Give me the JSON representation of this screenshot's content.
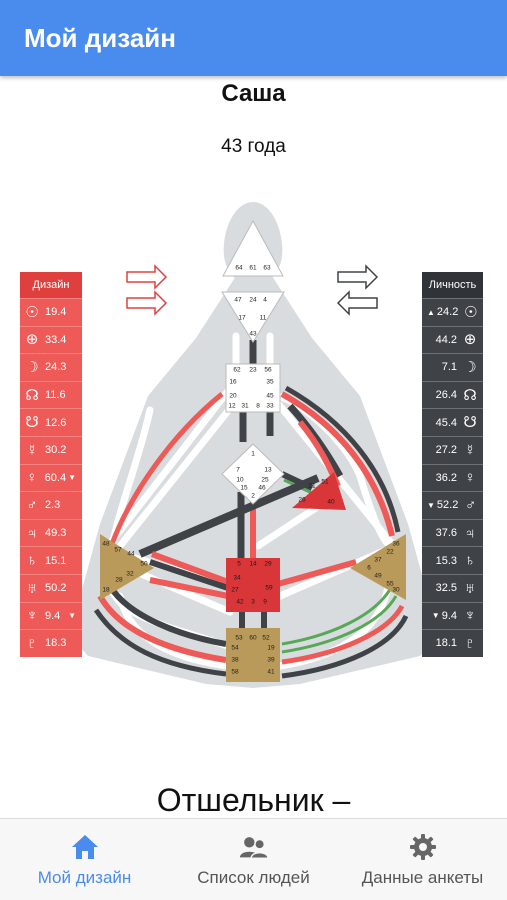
{
  "appbar": {
    "title": "Мой дизайн"
  },
  "profile": {
    "name": "Саша",
    "age": "43 года",
    "type_title": "Отшельник –"
  },
  "colors": {
    "accent": "#4a8bee",
    "design": "#ee5a57",
    "personality": "#3f4347",
    "sacral": "#d9363a",
    "gold": "#b99a5a",
    "white_center": "#ffffff"
  },
  "design": {
    "header": "Дизайн",
    "rows": [
      {
        "planet": "sun",
        "glyph": "☉",
        "value": "19.4",
        "mark": ""
      },
      {
        "planet": "earth",
        "glyph": "⊕",
        "value": "33.4",
        "mark": ""
      },
      {
        "planet": "moon",
        "glyph": "☽",
        "value": "24.3",
        "mark": ""
      },
      {
        "planet": "north-node",
        "glyph": "☊",
        "value": "11.6",
        "mark": ""
      },
      {
        "planet": "south-node",
        "glyph": "☋",
        "value": "12.6",
        "mark": ""
      },
      {
        "planet": "mercury",
        "glyph": "☿",
        "value": "30.2",
        "mark": ""
      },
      {
        "planet": "venus",
        "glyph": "♀",
        "value": "60.4",
        "mark": "▼"
      },
      {
        "planet": "mars",
        "glyph": "♂",
        "value": "2.3",
        "mark": ""
      },
      {
        "planet": "jupiter",
        "glyph": "♃",
        "value": "49.3",
        "mark": ""
      },
      {
        "planet": "saturn",
        "glyph": "♄",
        "value": "15.1",
        "mark": ""
      },
      {
        "planet": "uranus",
        "glyph": "♅",
        "value": "50.2",
        "mark": ""
      },
      {
        "planet": "neptune",
        "glyph": "♆",
        "value": "9.4",
        "mark": "▼"
      },
      {
        "planet": "pluto",
        "glyph": "♇",
        "value": "18.3",
        "mark": ""
      }
    ]
  },
  "personality": {
    "header": "Личность",
    "rows": [
      {
        "planet": "sun",
        "glyph": "☉",
        "value": "24.2",
        "mark": "▲"
      },
      {
        "planet": "earth",
        "glyph": "⊕",
        "value": "44.2",
        "mark": ""
      },
      {
        "planet": "moon",
        "glyph": "☽",
        "value": "7.1",
        "mark": ""
      },
      {
        "planet": "north-node",
        "glyph": "☊",
        "value": "26.4",
        "mark": ""
      },
      {
        "planet": "south-node",
        "glyph": "☋",
        "value": "45.4",
        "mark": ""
      },
      {
        "planet": "mercury",
        "glyph": "☿",
        "value": "27.2",
        "mark": ""
      },
      {
        "planet": "venus",
        "glyph": "♀",
        "value": "36.2",
        "mark": ""
      },
      {
        "planet": "mars",
        "glyph": "♂",
        "value": "52.2",
        "mark": "▼"
      },
      {
        "planet": "jupiter",
        "glyph": "♃",
        "value": "37.6",
        "mark": ""
      },
      {
        "planet": "saturn",
        "glyph": "♄",
        "value": "15.3",
        "mark": ""
      },
      {
        "planet": "uranus",
        "glyph": "♅",
        "value": "32.5",
        "mark": ""
      },
      {
        "planet": "neptune",
        "glyph": "♆",
        "value": "9.4",
        "mark": "▼"
      },
      {
        "planet": "pluto",
        "glyph": "♇",
        "value": "18.1",
        "mark": ""
      }
    ]
  },
  "centers": {
    "head": {
      "gates": [
        "64",
        "61",
        "63"
      ]
    },
    "ajna": {
      "gates": [
        "47",
        "24",
        "4",
        "17",
        "11",
        "43"
      ]
    },
    "throat": {
      "gates": [
        "62",
        "23",
        "56",
        "16",
        "35",
        "20",
        "12",
        "31",
        "8",
        "33",
        "45"
      ]
    },
    "g": {
      "gates": [
        "1",
        "7",
        "13",
        "10",
        "25",
        "15",
        "46",
        "2"
      ]
    },
    "heart": {
      "gates": [
        "21",
        "51",
        "26",
        "40"
      ]
    },
    "spleen": {
      "gates": [
        "48",
        "57",
        "44",
        "50",
        "32",
        "28",
        "18"
      ]
    },
    "solar_plexus": {
      "gates": [
        "36",
        "22",
        "37",
        "6",
        "49",
        "55",
        "30"
      ]
    },
    "sacral": {
      "gates": [
        "5",
        "14",
        "29",
        "34",
        "59",
        "27",
        "42",
        "3",
        "9"
      ]
    },
    "root": {
      "gates": [
        "53",
        "60",
        "52",
        "54",
        "19",
        "38",
        "39",
        "58",
        "41"
      ]
    }
  },
  "nav": {
    "items": [
      {
        "label": "Мой дизайн",
        "icon": "home-icon",
        "active": true
      },
      {
        "label": "Список людей",
        "icon": "people-icon",
        "active": false
      },
      {
        "label": "Данные анкеты",
        "icon": "gear-icon",
        "active": false
      }
    ]
  }
}
